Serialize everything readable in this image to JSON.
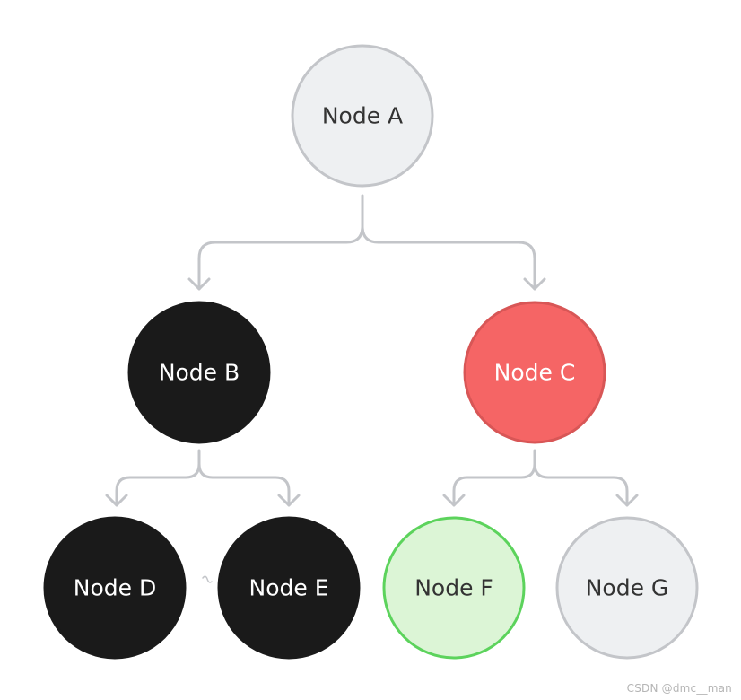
{
  "nodes": {
    "a": {
      "label": "Node A",
      "fill": "#eef0f2",
      "stroke": "#c3c5c9",
      "text_color": "#333333"
    },
    "b": {
      "label": "Node B",
      "fill": "#1a1a1a",
      "stroke": "#1a1a1a",
      "text_color": "#ffffff"
    },
    "c": {
      "label": "Node C",
      "fill": "#f56565",
      "stroke": "#d85656",
      "text_color": "#ffffff"
    },
    "d": {
      "label": "Node D",
      "fill": "#1a1a1a",
      "stroke": "#1a1a1a",
      "text_color": "#ffffff"
    },
    "e": {
      "label": "Node E",
      "fill": "#1a1a1a",
      "stroke": "#1a1a1a",
      "text_color": "#ffffff"
    },
    "f": {
      "label": "Node F",
      "fill": "#dcf5d6",
      "stroke": "#5cd35c",
      "text_color": "#333333"
    },
    "g": {
      "label": "Node G",
      "fill": "#eef0f2",
      "stroke": "#c3c5c9",
      "text_color": "#333333"
    }
  },
  "edges": [
    {
      "from": "a",
      "to": "b"
    },
    {
      "from": "a",
      "to": "c"
    },
    {
      "from": "b",
      "to": "d"
    },
    {
      "from": "b",
      "to": "e"
    },
    {
      "from": "c",
      "to": "f"
    },
    {
      "from": "c",
      "to": "g"
    }
  ],
  "edge_color": "#c3c5c9",
  "watermark": "CSDN @dmc__man"
}
